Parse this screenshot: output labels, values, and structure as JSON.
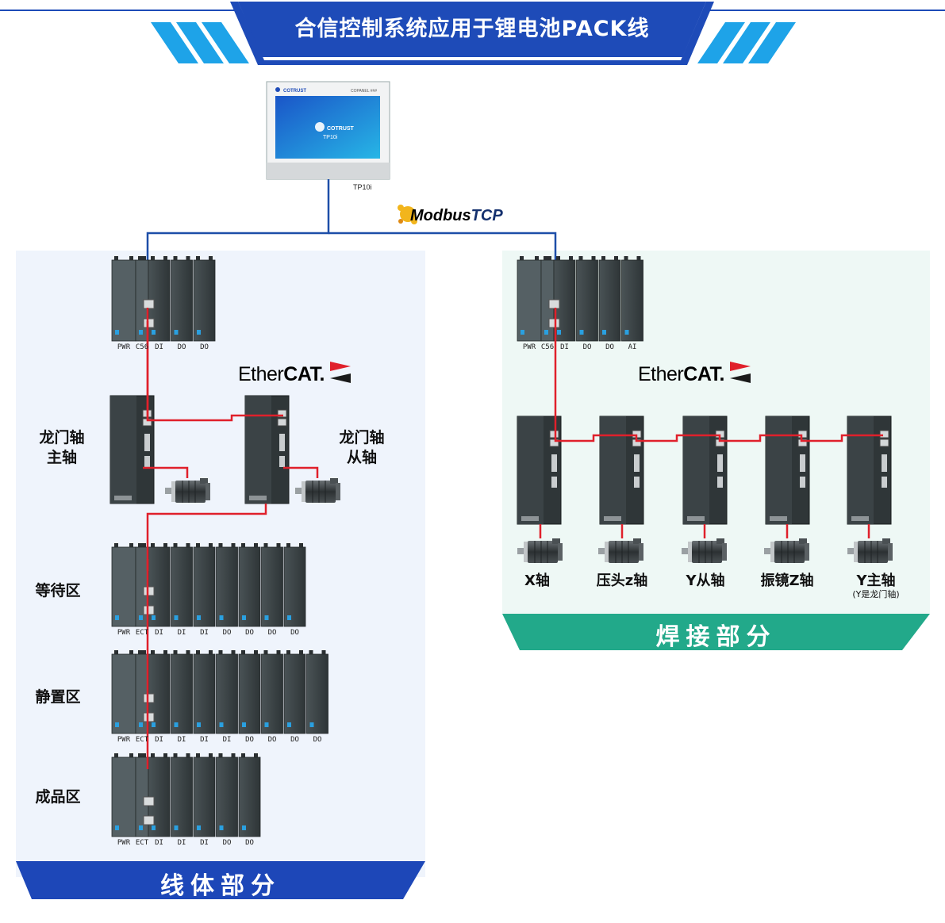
{
  "title": "合信控制系统应用于锂电池PACK线",
  "colors": {
    "banner_blue": "#1e4bb8",
    "banner_cyan": "#1ea3e8",
    "left_zone_bg": "#eff4fc",
    "right_zone_bg": "#eef8f5",
    "left_label_bg": "#1d47b8",
    "right_label_bg": "#22a98a",
    "modbus_line": "#1d4ea8",
    "ethercat_line": "#e0202b",
    "module_dark": "#3c4447"
  },
  "hmi": {
    "brand": "COTRUST",
    "series": "COPANEL ###",
    "screen_model": "TP10i",
    "label": "TP10i"
  },
  "modbus": {
    "text_a": "Modbus",
    "text_b": "TCP"
  },
  "ethercat": {
    "text_a": "Ether",
    "text_b": "CAT."
  },
  "left_plc": {
    "slots": [
      "PWR",
      "C56",
      "DI",
      "DO",
      "DO"
    ]
  },
  "right_plc": {
    "slots": [
      "PWR",
      "C56",
      "DI",
      "DO",
      "DO",
      "AI"
    ]
  },
  "gantry": {
    "master_label": [
      "龙门轴",
      "主轴"
    ],
    "slave_label": [
      "龙门轴",
      "从轴"
    ]
  },
  "stations": [
    {
      "label": "等待区",
      "slots": [
        "PWR",
        "ECT",
        "DI",
        "DI",
        "DI",
        "DO",
        "DO",
        "DO",
        "DO"
      ]
    },
    {
      "label": "静置区",
      "slots": [
        "PWR",
        "ECT",
        "DI",
        "DI",
        "DI",
        "DI",
        "DO",
        "DO",
        "DO",
        "DO"
      ]
    },
    {
      "label": "成品区",
      "slots": [
        "PWR",
        "ECT",
        "DI",
        "DI",
        "DI",
        "DO",
        "DO"
      ]
    }
  ],
  "axes": [
    {
      "label": "X轴",
      "note": ""
    },
    {
      "label": "压头z轴",
      "note": ""
    },
    {
      "label": "Y从轴",
      "note": ""
    },
    {
      "label": "振镜Z轴",
      "note": ""
    },
    {
      "label": "Y主轴",
      "note": "(Y是龙门轴)"
    }
  ],
  "zones": {
    "left": "线体部分",
    "right": "焊接部分"
  }
}
